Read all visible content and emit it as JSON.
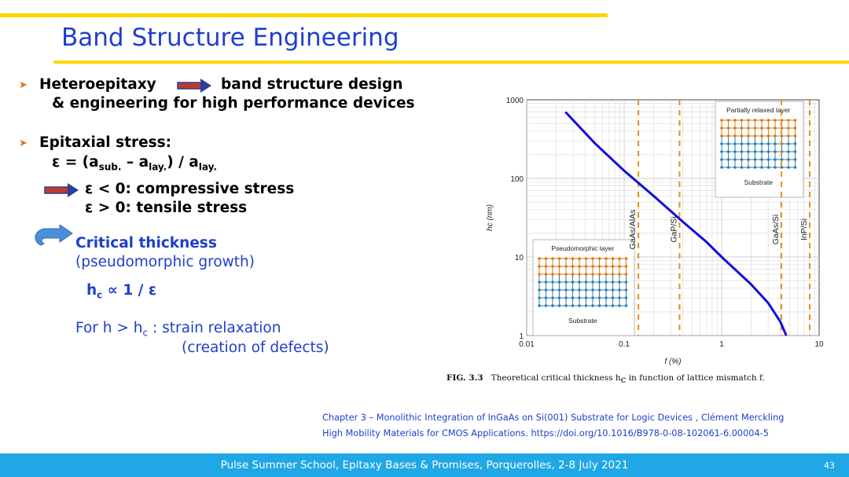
{
  "title": "Band Structure Engineering",
  "bullets": {
    "b1_line1_a": "Heteroepitaxy",
    "b1_line1_b": "band structure design",
    "b1_line2": "& engineering for high performance devices",
    "b2_line1": "Epitaxial stress:",
    "eps_eq_a": "ε = (a",
    "eps_eq_sub1": "sub.",
    "eps_eq_b": " – a",
    "eps_eq_sub2": "lay.",
    "eps_eq_c": ") / a",
    "eps_eq_sub3": "lay.",
    "compressive": "ε < 0: compressive stress",
    "tensile": "ε > 0: tensile stress",
    "critical": "Critical thickness",
    "pseudo": "(pseudomorphic growth)",
    "hc_a": "h",
    "hc_sub": "c",
    "hc_b": " ∝ 1 / ε",
    "for_h_a": "For h > h",
    "for_h_sub": "c",
    "for_h_b": " :  strain relaxation",
    "creation": "(creation of defects)"
  },
  "chart_data": {
    "type": "line",
    "xlabel": "f (%)",
    "ylabel": "hc (nm)",
    "xscale": "log",
    "yscale": "log",
    "xlim": [
      0.01,
      10
    ],
    "ylim": [
      1,
      1000
    ],
    "xticks": [
      "0.01",
      "0.1",
      "1",
      "10"
    ],
    "yticks": [
      "1",
      "10",
      "100",
      "1000"
    ],
    "grid": true,
    "series": [
      {
        "x": [
          0.025,
          0.05,
          0.1,
          0.2,
          0.4,
          0.7,
          1,
          2,
          3,
          4,
          4.6
        ],
        "y": [
          700,
          280,
          125,
          60,
          28,
          15.5,
          10,
          4.5,
          2.6,
          1.5,
          1.0
        ],
        "color": "#1010D8"
      }
    ],
    "vlines": [
      {
        "x": 0.14,
        "label": "GaAs/AlAs"
      },
      {
        "x": 0.37,
        "label": "GaP/Si"
      },
      {
        "x": 4.1,
        "label": "GaAs/Si"
      },
      {
        "x": 8.0,
        "label": "InP/Si"
      }
    ],
    "insets": {
      "pseudomorphic": {
        "title": "Pseudomorphic layer",
        "bottom": "Substrate"
      },
      "relaxed": {
        "title": "Partially relaxed layer",
        "bottom": "Substrate"
      }
    },
    "vline_color": "#E8901E"
  },
  "caption": {
    "fig": "FIG. 3.3",
    "text": "Theoretical critical thickness h",
    "text_sub": "c",
    "text_end": " in function of lattice mismatch f."
  },
  "reference": {
    "line1": "Chapter 3 – Monolithic Integration of InGaAs on Si(001) Substrate for Logic Devices , Clément Merckling",
    "line2": "High Mobility Materials for CMOS Applications. https://doi.org/10.1016/B978-0-08-102061-6.00004-5"
  },
  "footer": {
    "text": "Pulse Summer School, Epitaxy Bases & Promises, Porquerolles, 2-8 July 2021",
    "page": "43"
  },
  "colors": {
    "title": "#1F3FCB",
    "accent_yellow": "#FFD700",
    "footer_bg": "#1FA7E6",
    "bullet": "#E57316",
    "arrow": "#C0392B"
  }
}
